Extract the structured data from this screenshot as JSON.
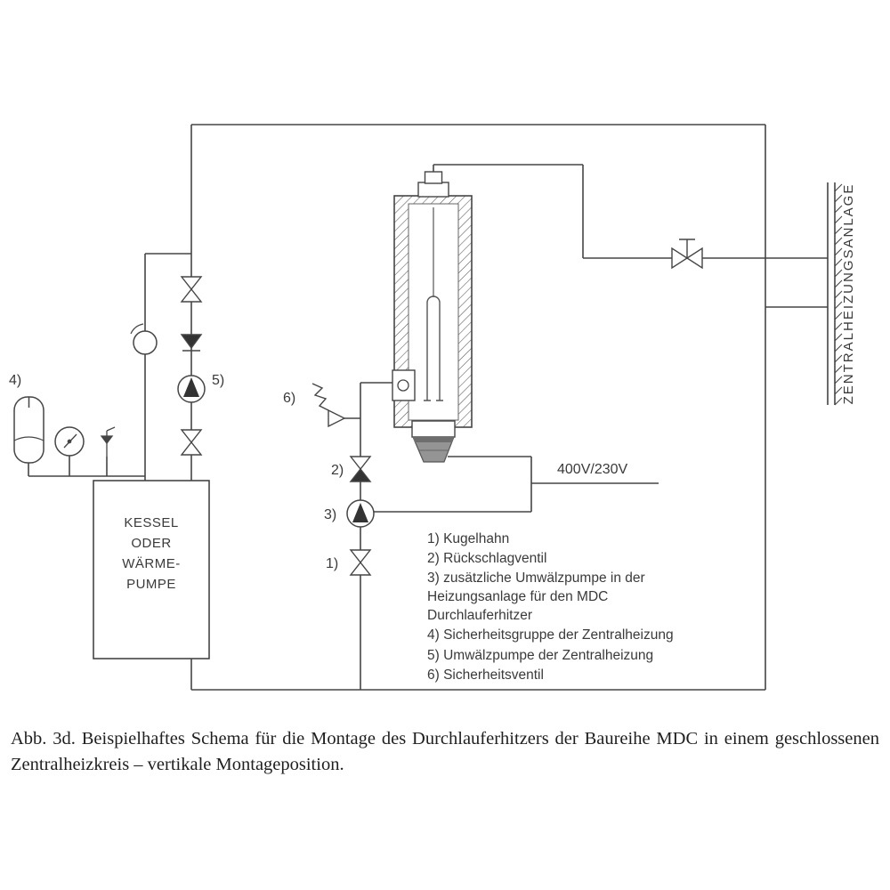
{
  "labels": {
    "item1": "1)",
    "item2": "2)",
    "item3": "3)",
    "item4": "4)",
    "item5": "5)",
    "item6": "6)",
    "voltage": "400V/230V",
    "wall_label": "ZENTRALHEIZUNGSANLAGE"
  },
  "boiler": {
    "line1": "KESSEL",
    "line2": "ODER",
    "line3": "WÄRME-",
    "line4": "PUMPE"
  },
  "legend": {
    "items": [
      "1) Kugelhahn",
      "2) Rückschlagventil",
      "3) zusätzliche Umwälzpumpe in der",
      "Heizungsanlage für den MDC",
      "Durchlauferhitzer",
      "4) Sicherheitsgruppe der Zentralheizung",
      "5) Umwälzpumpe der Zentralheizung",
      "6) Sicherheitsventil"
    ]
  },
  "caption": "Abb. 3d. Beispielhaftes Schema für die Montage des Durchlauferhitzers der Baureihe MDC in einem geschlossenen Zentralheizkreis – vertikale Montageposition.",
  "colors": {
    "line": "#454545",
    "text": "#3a3a3a"
  }
}
